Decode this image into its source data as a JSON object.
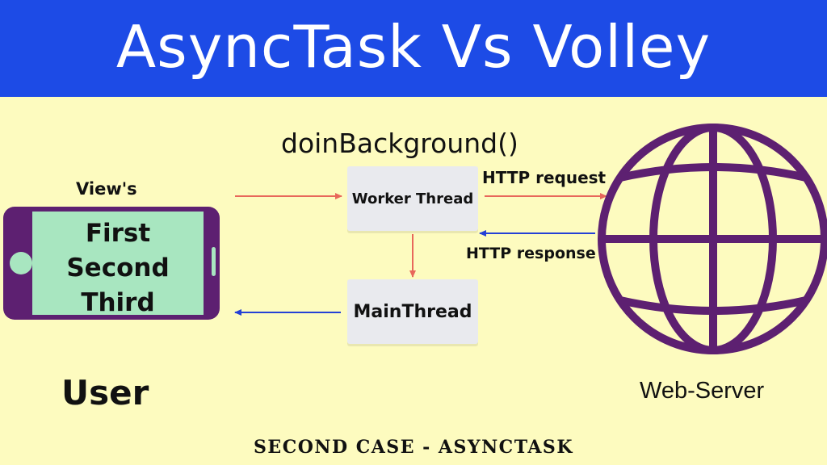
{
  "header": {
    "title": "AsyncTask Vs Volley"
  },
  "labels": {
    "doin_background": "doinBackground()",
    "views": "View's",
    "http_request": "HTTP request",
    "http_response": "HTTP response",
    "user": "User",
    "web_server": "Web-Server"
  },
  "phone": {
    "lines": [
      "First",
      "Second",
      "Third"
    ]
  },
  "boxes": {
    "worker": "Worker Thread",
    "main": "MainThread"
  },
  "footer": {
    "caption": "SECOND CASE - ASYNCTASK"
  },
  "colors": {
    "header_bg": "#1d4be6",
    "background": "#fdfbbf",
    "phone_body": "#5d2071",
    "phone_screen": "#a8e6c0",
    "globe": "#5d2071",
    "arrow_red": "#e8675b",
    "arrow_blue": "#2440d6"
  }
}
